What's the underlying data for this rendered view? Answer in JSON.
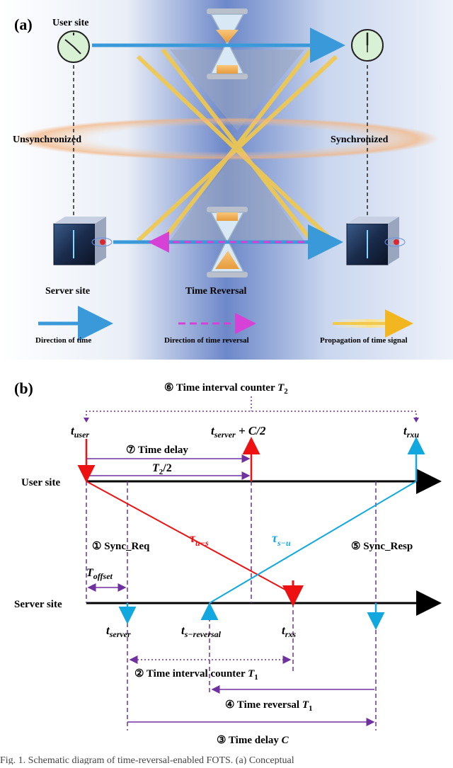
{
  "panel_a": {
    "label": "(a)",
    "user_site": "User site",
    "server_site": "Server site",
    "unsynchronized": "Unsynchronized",
    "synchronized": "Synchronized",
    "time_reversal": "Time Reversal",
    "legend": {
      "time": "Direction of time",
      "reversal": "Direction of time reversal",
      "signal": "Propagation of time signal"
    }
  },
  "panel_b": {
    "label": "(b)",
    "user_site": "User site",
    "server_site": "Server site",
    "counter_t2": "⑥ Time interval counter",
    "counter_t2_sym": "T",
    "counter_t2_sub": "2",
    "time_delay_7": "⑦ Time delay",
    "t2_half": "T",
    "t2_half_sub": "2",
    "t2_half_tail": "/2",
    "t_user_main": "t",
    "t_user_sub": "user",
    "t_server_c_main": "t",
    "t_server_c_sub": "server",
    "t_server_c_tail": " + C/2",
    "t_rxu_main": "t",
    "t_rxu_sub": "rxu",
    "sync_req": "① Sync_Req",
    "sync_resp": "⑤ Sync_Resp",
    "tau_us_main": "τ",
    "tau_us_sub": "u−s",
    "tau_su_main": "τ",
    "tau_su_sub": "s−u",
    "t_offset_main": "T",
    "t_offset_sub": "offset",
    "t_server_main": "t",
    "t_server_sub": "server",
    "t_srev_main": "t",
    "t_srev_sub": "s−reversal",
    "t_rxs_main": "t",
    "t_rxs_sub": "rxs",
    "counter_t1": "② Time interval counter",
    "counter_t1_sym": "T",
    "counter_t1_sub": "1",
    "reversal_t1": "④ Time reversal",
    "reversal_t1_sym": "T",
    "reversal_t1_sub": "1",
    "time_delay_c": "③ Time delay",
    "time_delay_c_sym": "C"
  },
  "caption": "Fig. 1. Schematic diagram of time-reversal-enabled FOTS. (a) Conceptual",
  "colors": {
    "time_arrow": "#3a9ad9",
    "reversal_arrow": "#d642d6",
    "signal": "#f2c94c",
    "purple": "#7030a0",
    "red": "#ee1111",
    "blue": "#11a8e0"
  }
}
